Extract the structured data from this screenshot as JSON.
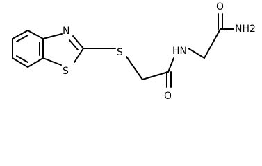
{
  "molecule": {
    "atom_labels": {
      "ring_nitrogen": "N",
      "ring_sulfur": "S",
      "thioether_sulfur": "S",
      "amide_nitrogen": "HN",
      "amide_oxygen": "O",
      "terminal_oxygen": "O",
      "terminal_amine": "NH2"
    }
  }
}
